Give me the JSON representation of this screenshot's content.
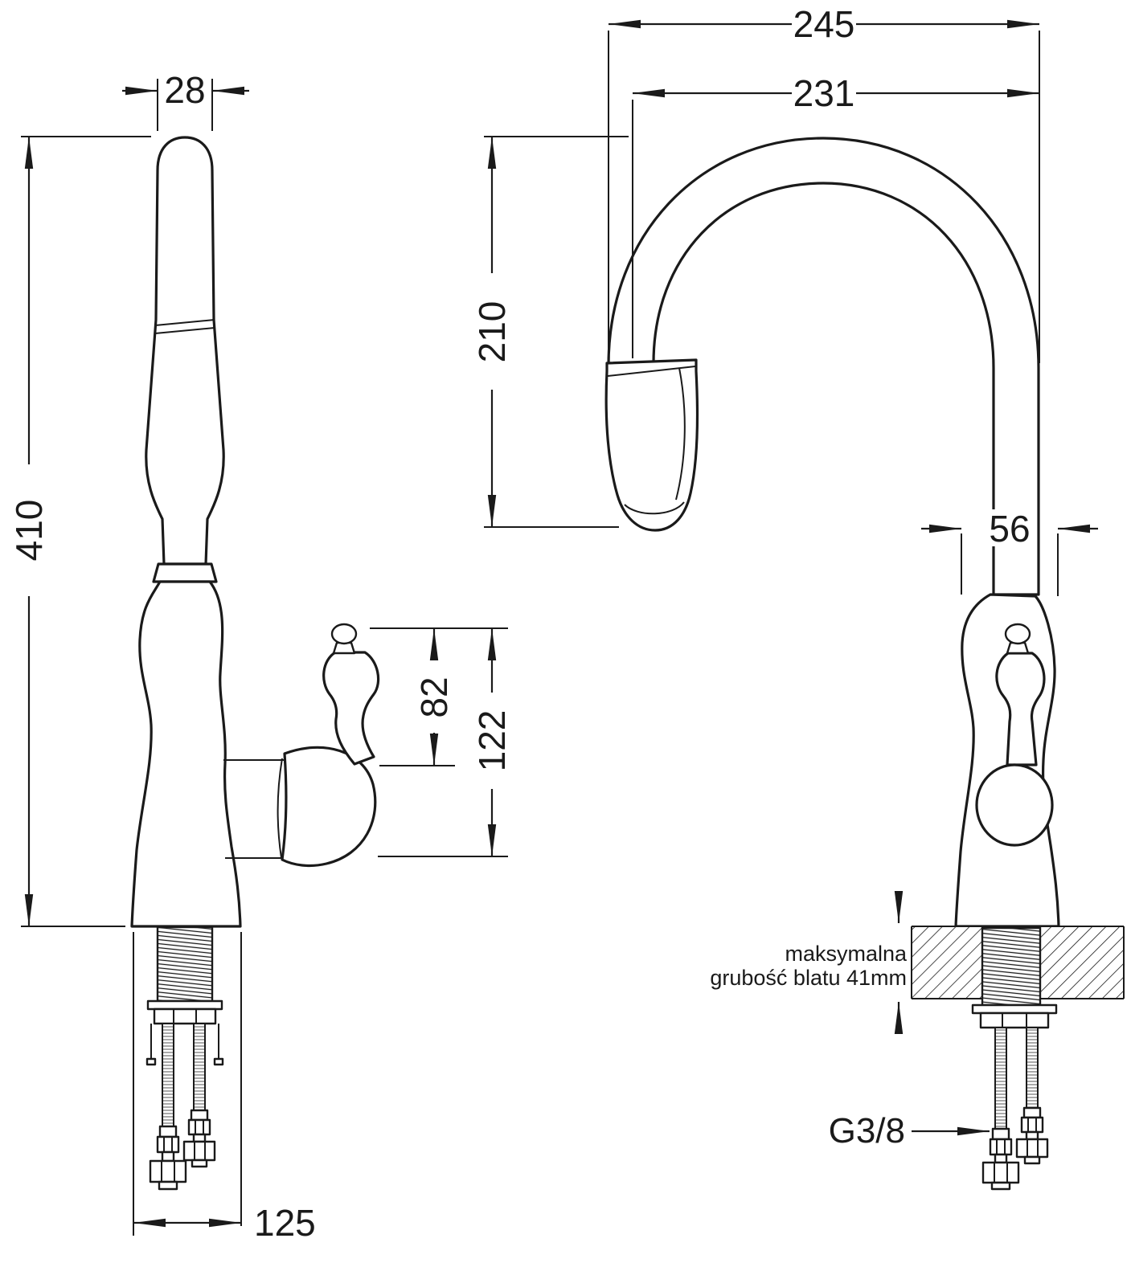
{
  "colors": {
    "line": "#1a1a1a",
    "background": "#ffffff"
  },
  "side_view": {
    "dim_spout_width": "28",
    "dim_total_height": "410",
    "dim_handle_height": "82",
    "dim_outlet_height": "122",
    "dim_base_width": "125"
  },
  "front_view": {
    "dim_total_reach": "245",
    "dim_spout_reach": "231",
    "dim_spout_clearance": "210",
    "dim_body_width": "56",
    "note_line1": "maksymalna",
    "note_line2": "grubość blatu 41mm",
    "thread_label": "G3/8"
  }
}
